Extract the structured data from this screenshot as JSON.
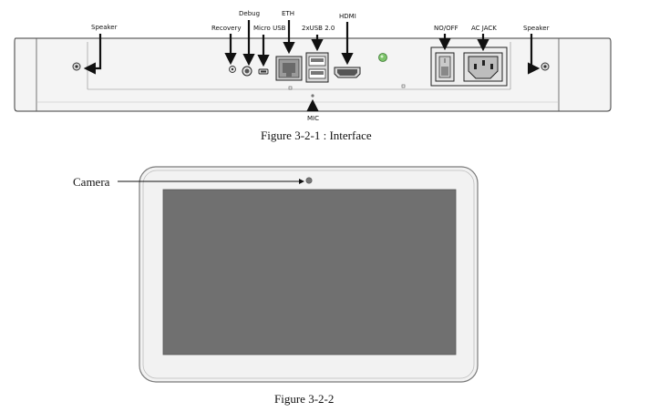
{
  "figure1": {
    "caption": "Figure 3-2-1 : Interface",
    "labels": {
      "speaker_left": "Speaker",
      "recovery": "Recovery",
      "debug": "Debug",
      "micro_usb": "Micro USB",
      "eth": "ETH",
      "usb": "2xUSB 2.0",
      "hdmi": "HDMI",
      "on_off": "NO/OFF",
      "ac_jack": "AC JACK",
      "speaker_right": "Speaker",
      "mic": "MIC"
    }
  },
  "figure2": {
    "caption": "Figure 3-2-2",
    "camera_label": "Camera"
  },
  "colors": {
    "panel_body": "#f4f4f4",
    "panel_outline": "#3a3a3a",
    "screen": "#707070",
    "bezel": "#f2f2f2",
    "led_green": "#7cc36a"
  }
}
